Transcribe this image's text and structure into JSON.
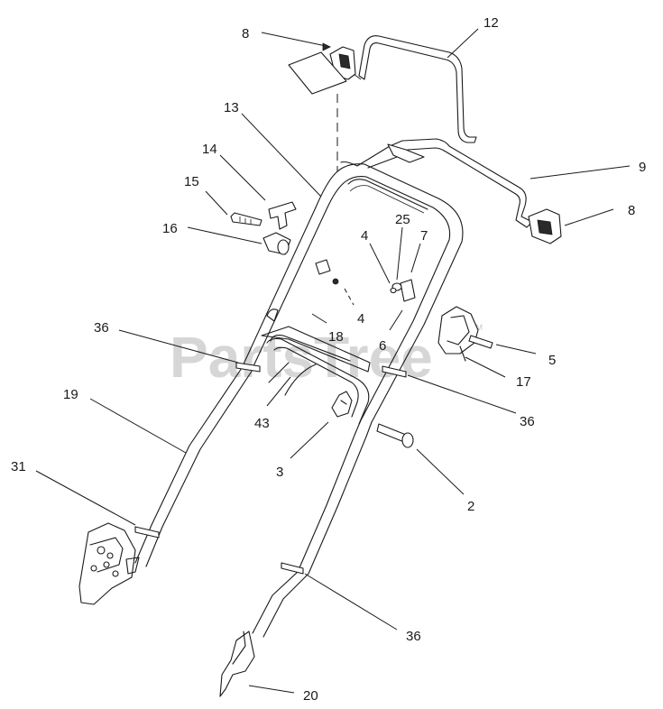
{
  "diagram": {
    "watermark": {
      "text": "PartsTree",
      "trademark": "TM"
    },
    "callouts": {
      "c8a": "8",
      "c12": "12",
      "c13": "13",
      "c14": "14",
      "c15": "15",
      "c16": "16",
      "c9": "9",
      "c8b": "8",
      "c25": "25",
      "c4a": "4",
      "c7": "7",
      "c4b": "4",
      "c18": "18",
      "c6": "6",
      "c5": "5",
      "c17": "17",
      "c36a": "36",
      "c19": "19",
      "c36b": "36",
      "c43": "43",
      "c3": "3",
      "c2": "2",
      "c31": "31",
      "c36c": "36",
      "c20": "20"
    }
  }
}
